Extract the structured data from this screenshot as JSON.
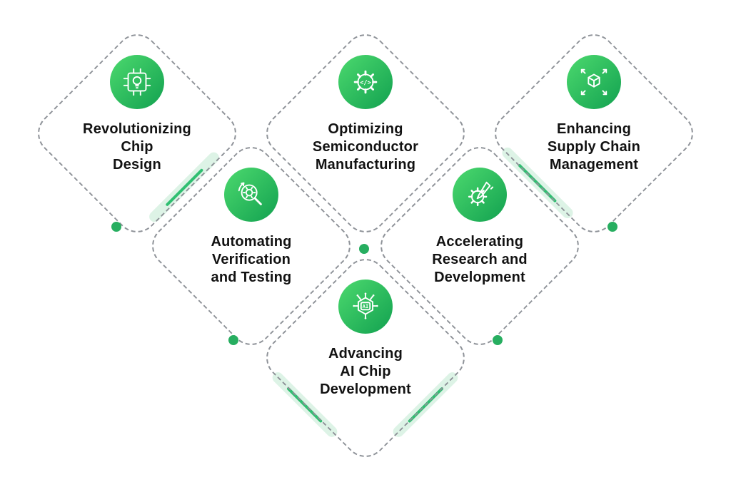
{
  "colors": {
    "bg": "#ffffff",
    "accent_green": "#27ae60",
    "icon_grad_start": "#4cd96e",
    "icon_grad_end": "#12a150",
    "pale_strip": "#ddf3e6",
    "strip_accent": "#2fbf71",
    "dash_border": "#8f9399",
    "text_color": "#121212"
  },
  "cards": [
    {
      "id": "revolutionizing-chip-design",
      "title": "Revolutionizing\nChip\nDesign",
      "icon": "chip-lightbulb-icon"
    },
    {
      "id": "optimizing-semiconductor-manufacturing",
      "title": "Optimizing\nSemiconductor\nManufacturing",
      "icon": "gear-code-icon"
    },
    {
      "id": "enhancing-supply-chain-management",
      "title": "Enhancing\nSupply Chain\nManagement",
      "icon": "package-shield-icon"
    },
    {
      "id": "automating-verification-and-testing",
      "title": "Automating\nVerification\nand Testing",
      "icon": "magnifier-gear-icon"
    },
    {
      "id": "accelerating-research-and-development",
      "title": "Accelerating\nResearch and\nDevelopment",
      "icon": "gear-pencil-icon"
    },
    {
      "id": "advancing-ai-chip-development",
      "title": "Advancing\nAI Chip\nDevelopment",
      "icon": "ai-chip-icon"
    }
  ],
  "icons": {
    "code_glyph": "</>",
    "ai_glyph": "AI"
  }
}
